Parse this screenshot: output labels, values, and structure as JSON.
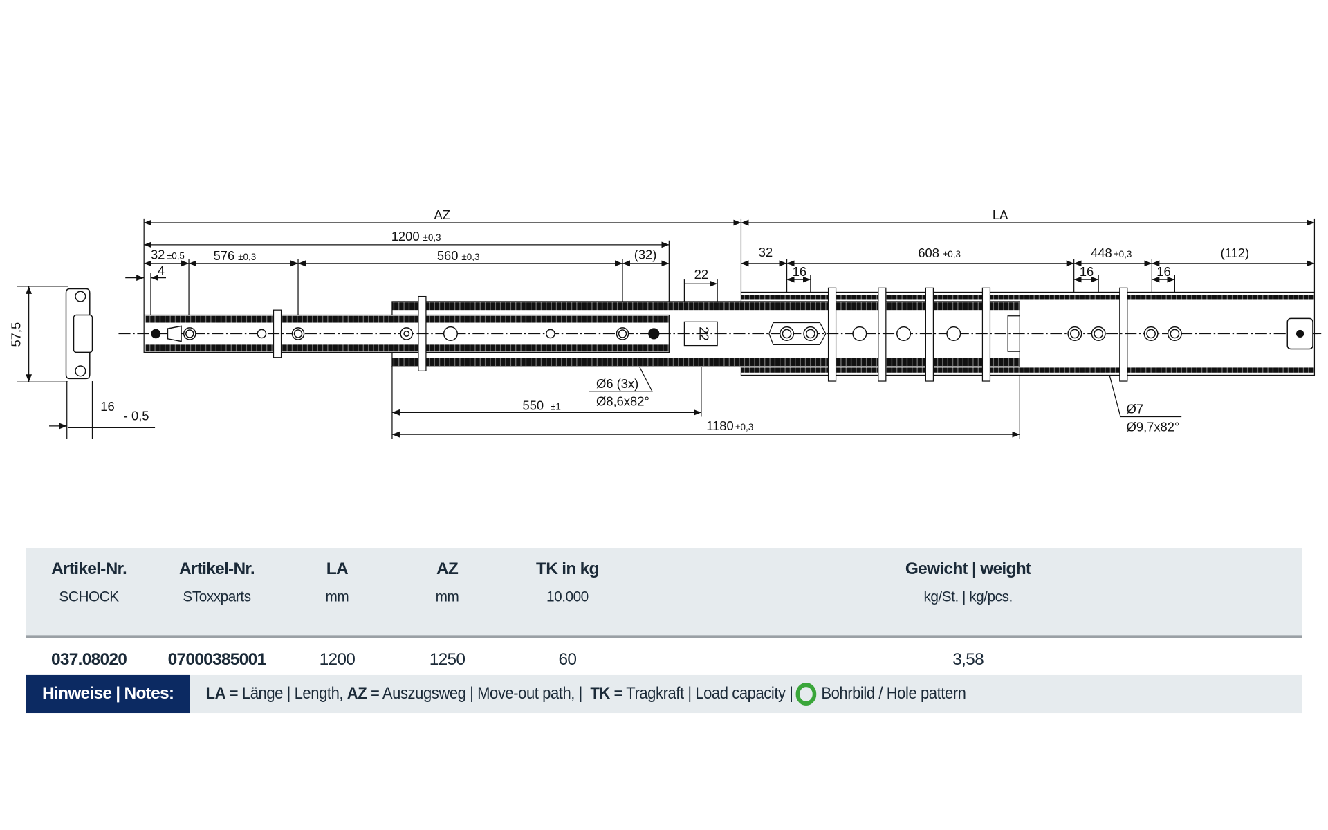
{
  "drawing": {
    "dims": {
      "az": "AZ",
      "la": "LA",
      "d1200": {
        "v": "1200",
        "t": "±0,3"
      },
      "d32a": {
        "v": "32",
        "t": "±0,5"
      },
      "d576": {
        "v": "576",
        "t": "±0,3"
      },
      "d560": {
        "v": "560",
        "t": "±0,3"
      },
      "d32b": "(32)",
      "d4": "4",
      "d22": "22",
      "d22v": "22",
      "d32c": "32",
      "d608": {
        "v": "608",
        "t": "±0,3"
      },
      "d448": {
        "v": "448",
        "t": "±0,3"
      },
      "d112": "(112)",
      "d16": "16",
      "d57": "57,5",
      "d16b": "16",
      "dm05": "- 0,5",
      "d550": {
        "v": "550",
        "t": "±1"
      },
      "d1180": {
        "v": "1180",
        "t": "±0,3"
      },
      "hole1a": "Ø6 (3x)",
      "hole1b": "Ø8,6x82°",
      "hole2a": "Ø7",
      "hole2b": "Ø9,7x82°"
    }
  },
  "table": {
    "headers": [
      {
        "title": "Artikel-Nr.",
        "sub": "SCHOCK"
      },
      {
        "title": "Artikel-Nr.",
        "sub": "SToxxparts"
      },
      {
        "title": "LA",
        "sub": "mm"
      },
      {
        "title": "AZ",
        "sub": "mm"
      },
      {
        "title": "TK in kg",
        "sub": "10.000"
      },
      {
        "title": "Gewicht | weight",
        "sub": "kg/St. | kg/pcs."
      }
    ],
    "row": [
      "037.08020",
      "07000385001",
      "1200",
      "1250",
      "60",
      "3,58"
    ]
  },
  "notes": {
    "label": "Hinweise | Notes:",
    "la_abbr": "LA",
    "la_text": "= Länge | Length,",
    "az_abbr": "AZ",
    "az_text": "= Auszugsweg | Move-out path, |",
    "tk_abbr": "TK",
    "tk_text": "= Tragkraft | Load capacity |",
    "hole_pattern": "Bohrbild / Hole pattern",
    "ring_color": "#3aa63a"
  }
}
